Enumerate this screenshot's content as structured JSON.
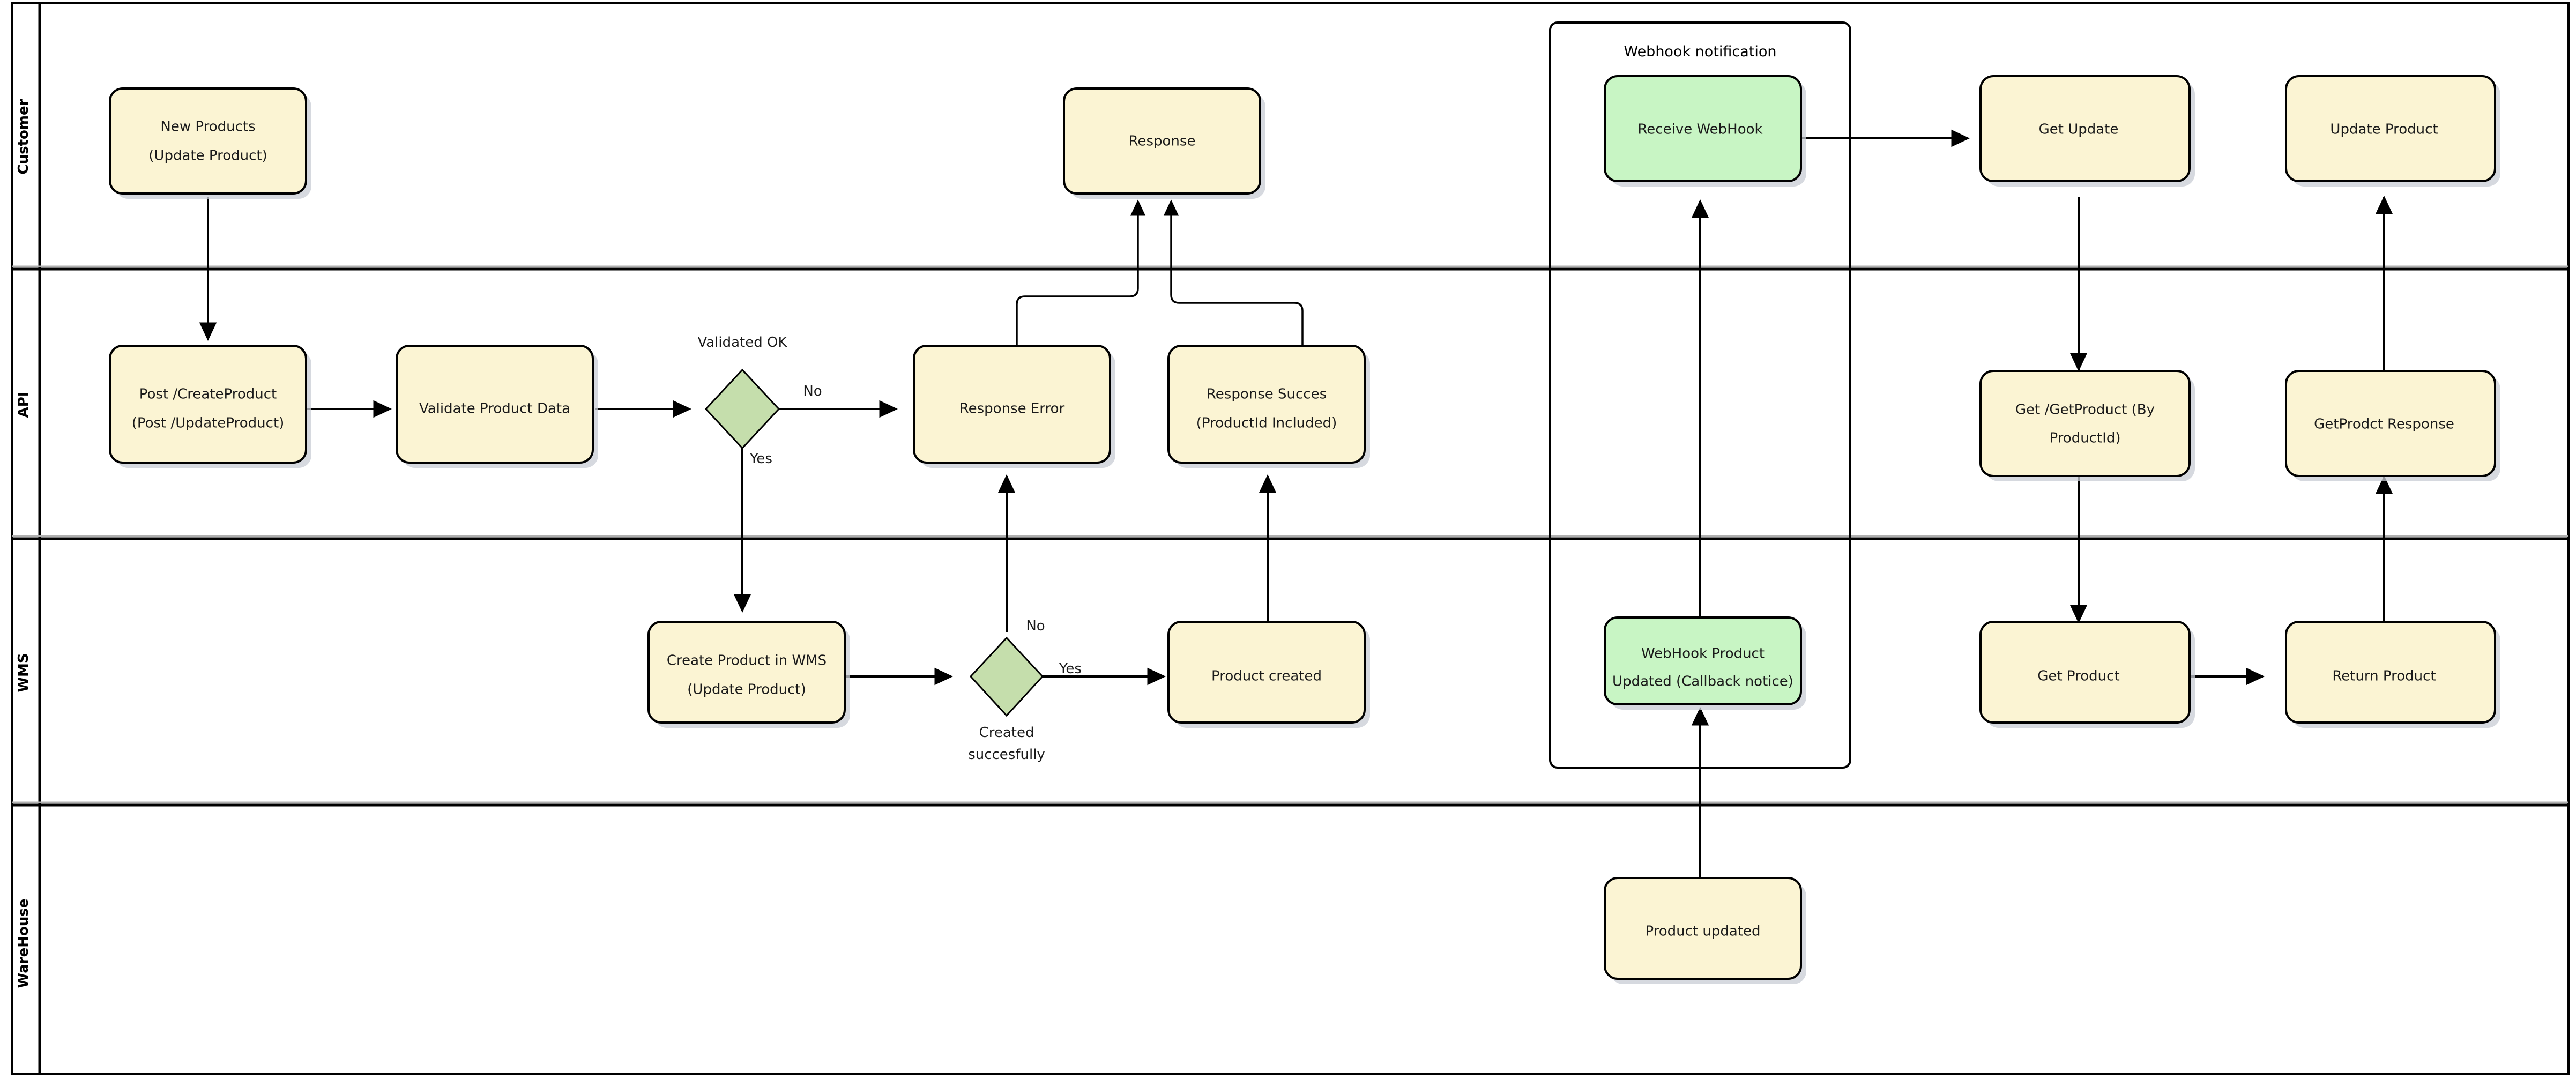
{
  "diagram": {
    "title": "Product create / update BPMN swimlane diagram",
    "colors": {
      "task_fill": "#fbf4d3",
      "event_fill": "#c8f5c4",
      "gateway_fill": "#c5deac",
      "stroke": "#000000",
      "shadow": "#c8ccd4",
      "background": "#ffffff"
    },
    "lanes": [
      {
        "id": "customer",
        "label": "Customer"
      },
      {
        "id": "api",
        "label": "API"
      },
      {
        "id": "wms",
        "label": "WMS"
      },
      {
        "id": "warehouse",
        "label": "WareHouse"
      }
    ],
    "groups": [
      {
        "id": "webhook-notification",
        "label": "Webhook notification"
      }
    ],
    "nodes": [
      {
        "id": "new-products",
        "lane": "customer",
        "type": "task",
        "fill": "task",
        "lines": [
          "New Products",
          "(Update Product)"
        ]
      },
      {
        "id": "response",
        "lane": "customer",
        "type": "task",
        "fill": "task",
        "lines": [
          "Response"
        ]
      },
      {
        "id": "receive-webhook",
        "lane": "customer",
        "type": "task",
        "fill": "event",
        "lines": [
          "Receive WebHook"
        ]
      },
      {
        "id": "get-update",
        "lane": "customer",
        "type": "task",
        "fill": "task",
        "lines": [
          "Get Update"
        ]
      },
      {
        "id": "update-product",
        "lane": "customer",
        "type": "task",
        "fill": "task",
        "lines": [
          "Update Product"
        ]
      },
      {
        "id": "post-createproduct",
        "lane": "api",
        "type": "task",
        "fill": "task",
        "lines": [
          "Post /CreateProduct",
          "(Post /UpdateProduct)"
        ]
      },
      {
        "id": "validate-product-data",
        "lane": "api",
        "type": "task",
        "fill": "task",
        "lines": [
          "Validate Product Data"
        ]
      },
      {
        "id": "validated-ok",
        "lane": "api",
        "type": "gateway",
        "fill": "gateway",
        "lines": [],
        "label_above": "Validated OK"
      },
      {
        "id": "response-error",
        "lane": "api",
        "type": "task",
        "fill": "task",
        "lines": [
          "Response Error"
        ]
      },
      {
        "id": "response-succes",
        "lane": "api",
        "type": "task",
        "fill": "task",
        "lines": [
          "Response Succes",
          "(ProductId Included)"
        ]
      },
      {
        "id": "get-getproduct",
        "lane": "api",
        "type": "task",
        "fill": "task",
        "lines": [
          "Get /GetProduct (By",
          "ProductId)"
        ]
      },
      {
        "id": "getprodct-response",
        "lane": "api",
        "type": "task",
        "fill": "task",
        "lines": [
          "GetProdct Response"
        ]
      },
      {
        "id": "create-product-in-wms",
        "lane": "wms",
        "type": "task",
        "fill": "task",
        "lines": [
          "Create Product in WMS",
          "(Update Product)"
        ]
      },
      {
        "id": "created-succesfully",
        "lane": "wms",
        "type": "gateway",
        "fill": "gateway",
        "lines": [],
        "label_below": "Created\nsuccesfully"
      },
      {
        "id": "product-created",
        "lane": "wms",
        "type": "task",
        "fill": "task",
        "lines": [
          "Product created"
        ]
      },
      {
        "id": "webhook-product-updated",
        "lane": "wms",
        "type": "task",
        "fill": "event",
        "lines": [
          "WebHook Product",
          "Updated (Callback notice)"
        ]
      },
      {
        "id": "get-product",
        "lane": "wms",
        "type": "task",
        "fill": "task",
        "lines": [
          "Get Product"
        ]
      },
      {
        "id": "return-product",
        "lane": "wms",
        "type": "task",
        "fill": "task",
        "lines": [
          "Return Product"
        ]
      },
      {
        "id": "product-updated",
        "lane": "warehouse",
        "type": "task",
        "fill": "task",
        "lines": [
          "Product updated"
        ]
      }
    ],
    "edge_labels": {
      "validated_ok": "Validated OK",
      "validated_no": "No",
      "validated_yes": "Yes",
      "created_no": "No",
      "created_yes": "Yes",
      "created_succesfully_line1": "Created",
      "created_succesfully_line2": "succesfully"
    },
    "node_text": {
      "new_products_l1": "New Products",
      "new_products_l2": "(Update Product)",
      "response": "Response",
      "receive_webhook": "Receive WebHook",
      "get_update": "Get Update",
      "update_product": "Update Product",
      "post_createproduct_l1": "Post /CreateProduct",
      "post_createproduct_l2": "(Post /UpdateProduct)",
      "validate_product_data": "Validate Product Data",
      "response_error": "Response Error",
      "response_succes_l1": "Response Succes",
      "response_succes_l2": "(ProductId Included)",
      "get_getproduct_l1": "Get /GetProduct (By",
      "get_getproduct_l2": "ProductId)",
      "getprodct_response": "GetProdct Response",
      "create_product_wms_l1": "Create Product in WMS",
      "create_product_wms_l2": "(Update Product)",
      "product_created": "Product created",
      "webhook_product_updated_l1": "WebHook Product",
      "webhook_product_updated_l2": "Updated (Callback notice)",
      "get_product": "Get Product",
      "return_product": "Return Product",
      "product_updated": "Product updated",
      "webhook_group_title": "Webhook notification"
    }
  }
}
